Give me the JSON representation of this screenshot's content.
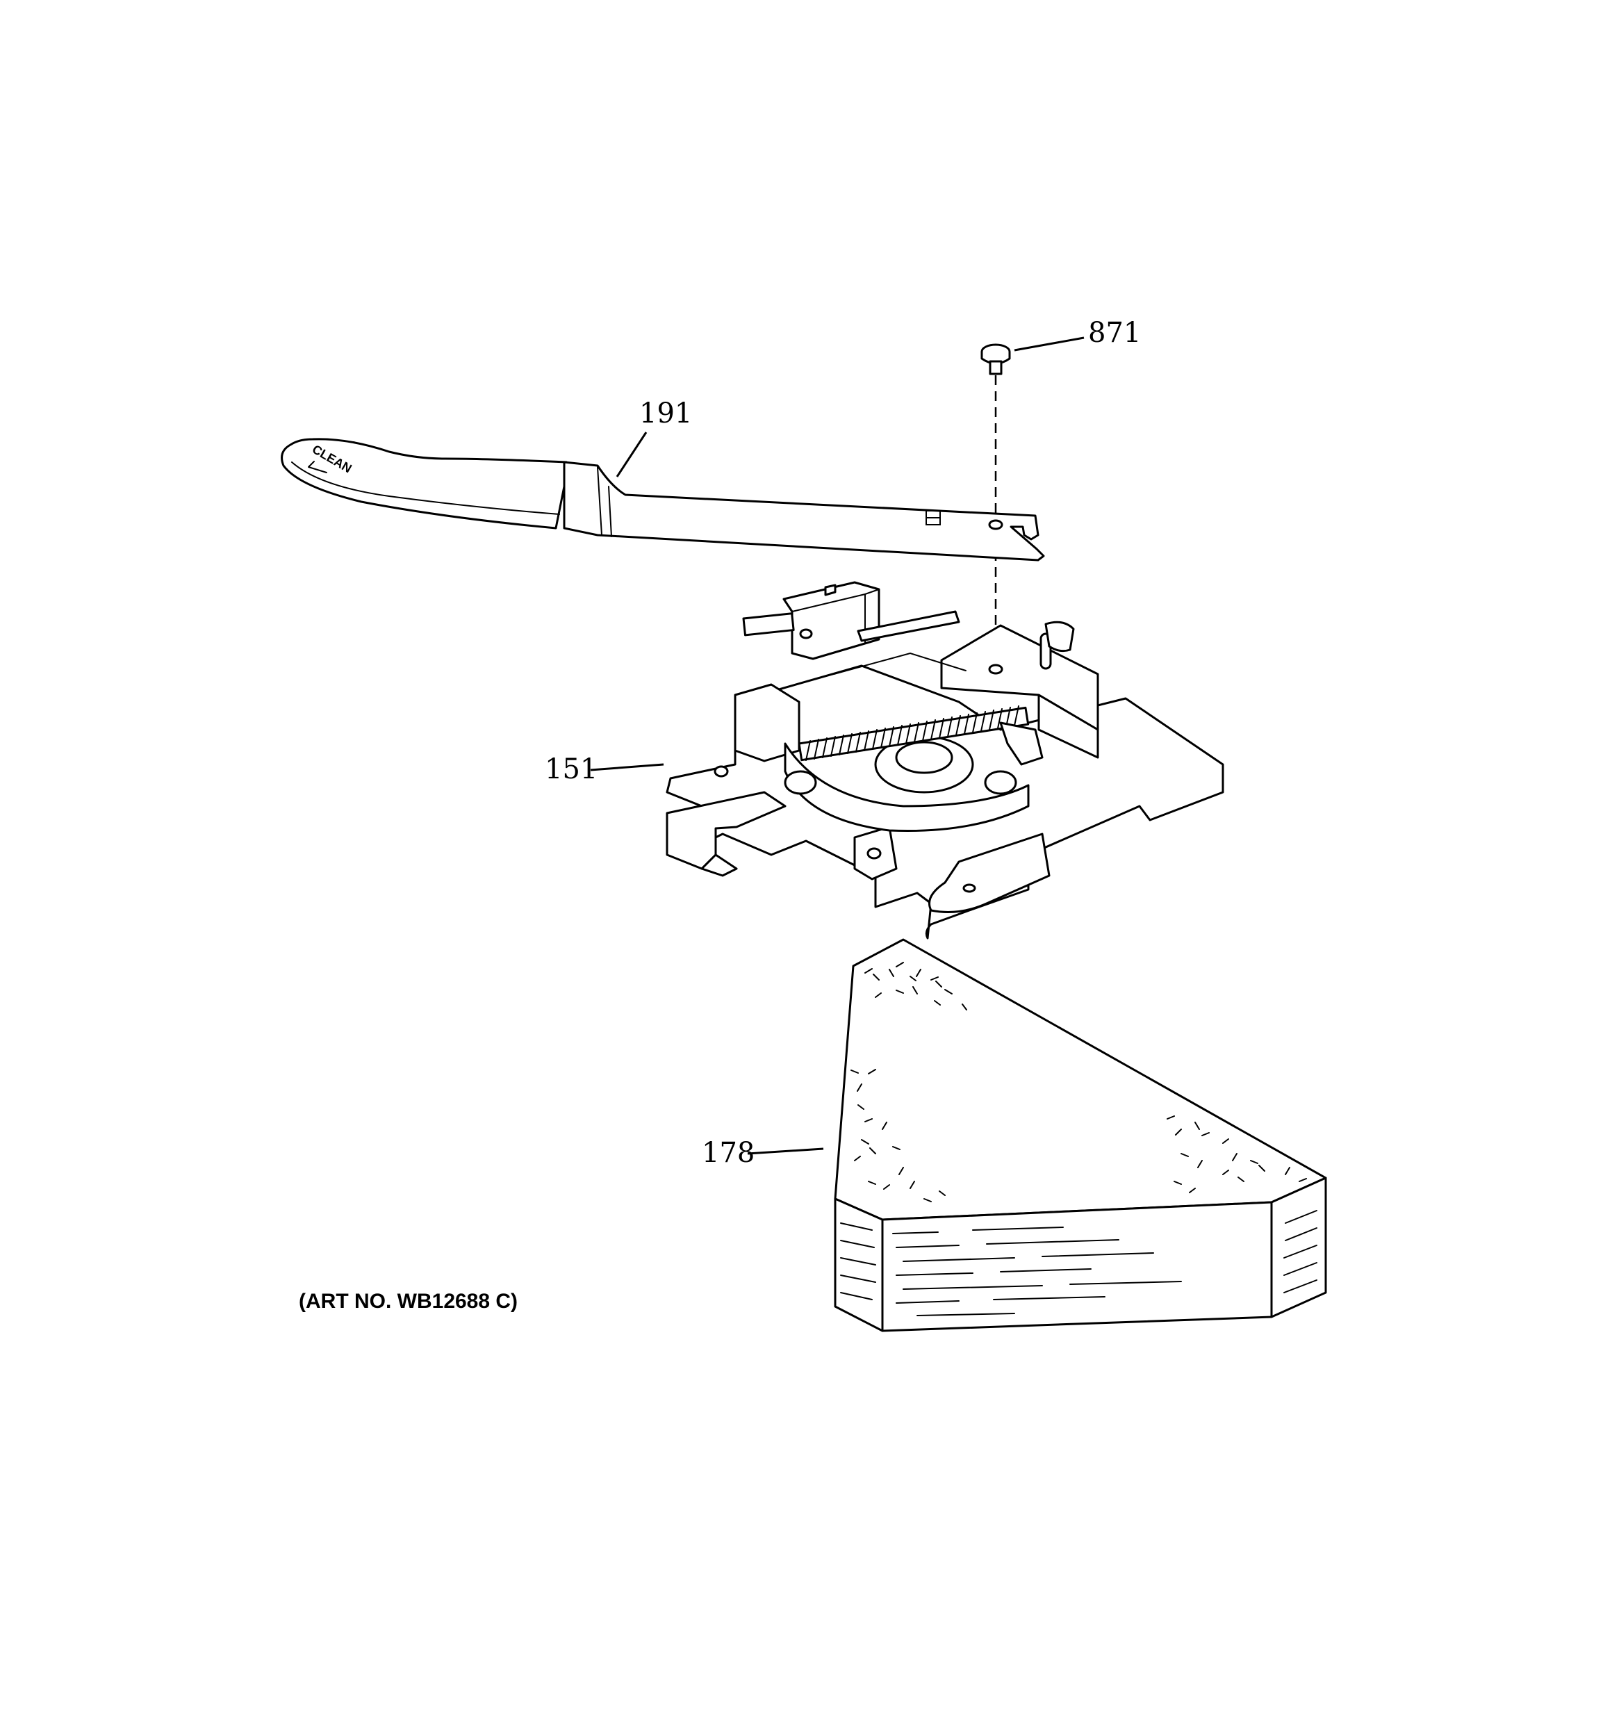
{
  "diagram": {
    "art_number": "(ART NO. WB12688 C)",
    "handle_text": "CLEAN",
    "parts": [
      {
        "number": "871",
        "name": "screw"
      },
      {
        "number": "191",
        "name": "lock-handle"
      },
      {
        "number": "151",
        "name": "door-lock-assembly"
      },
      {
        "number": "178",
        "name": "insulation"
      }
    ]
  }
}
